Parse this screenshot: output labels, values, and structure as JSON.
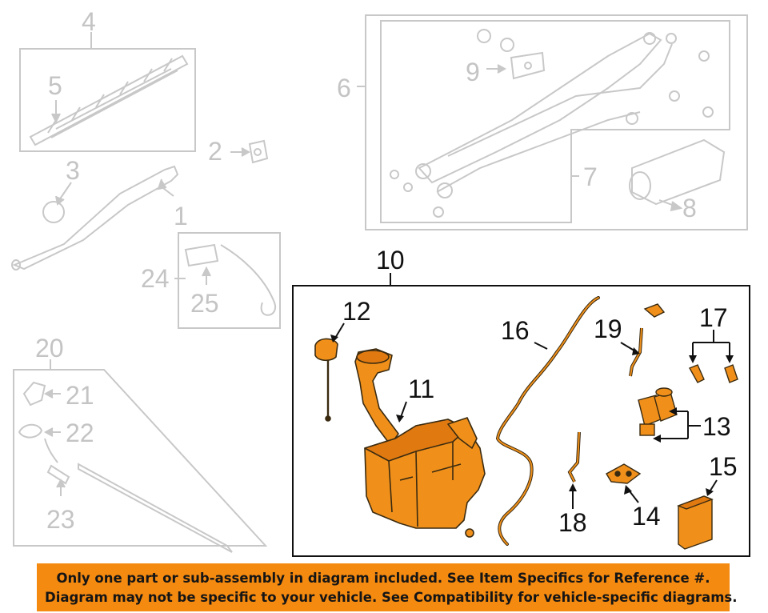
{
  "callouts": {
    "c1": "1",
    "c2": "2",
    "c3": "3",
    "c4": "4",
    "c5": "5",
    "c6": "6",
    "c7": "7",
    "c8": "8",
    "c9": "9",
    "c10": "10",
    "c11": "11",
    "c12": "12",
    "c13": "13",
    "c14": "14",
    "c15": "15",
    "c16": "16",
    "c17": "17",
    "c18": "18",
    "c19": "19",
    "c20": "20",
    "c21": "21",
    "c22": "22",
    "c23": "23",
    "c24": "24",
    "c25": "25"
  },
  "colors": {
    "highlight_part": "#f0901a",
    "highlight_outline": "#3a2a10",
    "faded_line": "#c8c8c8",
    "banner_background": "#f58a10"
  },
  "notice": {
    "line1": "Only one part or sub-assembly in diagram included. See Item Specifics for Reference #.",
    "line2": "Diagram may not be specific to your vehicle. See Compatibility for vehicle-specific diagrams."
  }
}
